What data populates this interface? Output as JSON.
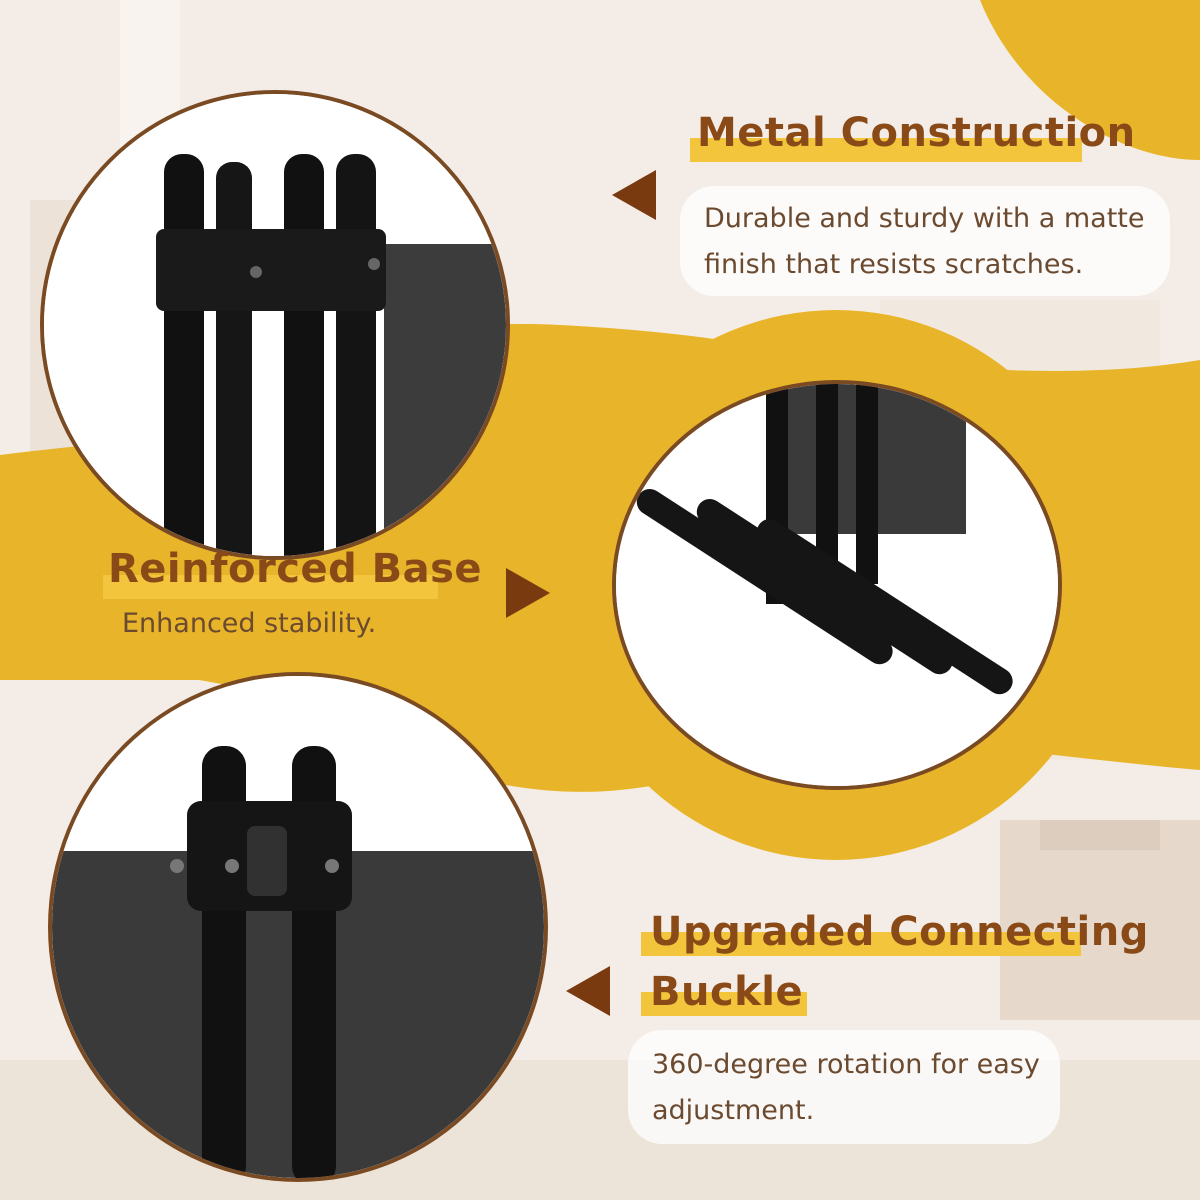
{
  "colors": {
    "accent_yellow": "#e8b52a",
    "title_brown": "#8a4a18",
    "arrow_brown": "#7a3a10",
    "circle_border": "#7a4a22"
  },
  "features": [
    {
      "title": "Metal Construction",
      "description_lines": [
        "Durable and sturdy with a matte",
        "finish that resists scratches."
      ]
    },
    {
      "title": "Reinforced Base",
      "description_lines": [
        "Enhanced stability."
      ]
    },
    {
      "title_lines": [
        "Upgraded Connecting",
        "Buckle"
      ],
      "description_lines": [
        "360-degree rotation for easy",
        "adjustment."
      ]
    }
  ],
  "icons": {
    "arrow_left_1": "triangle-left-icon",
    "arrow_right": "triangle-right-icon",
    "arrow_left_2": "triangle-left-icon"
  }
}
